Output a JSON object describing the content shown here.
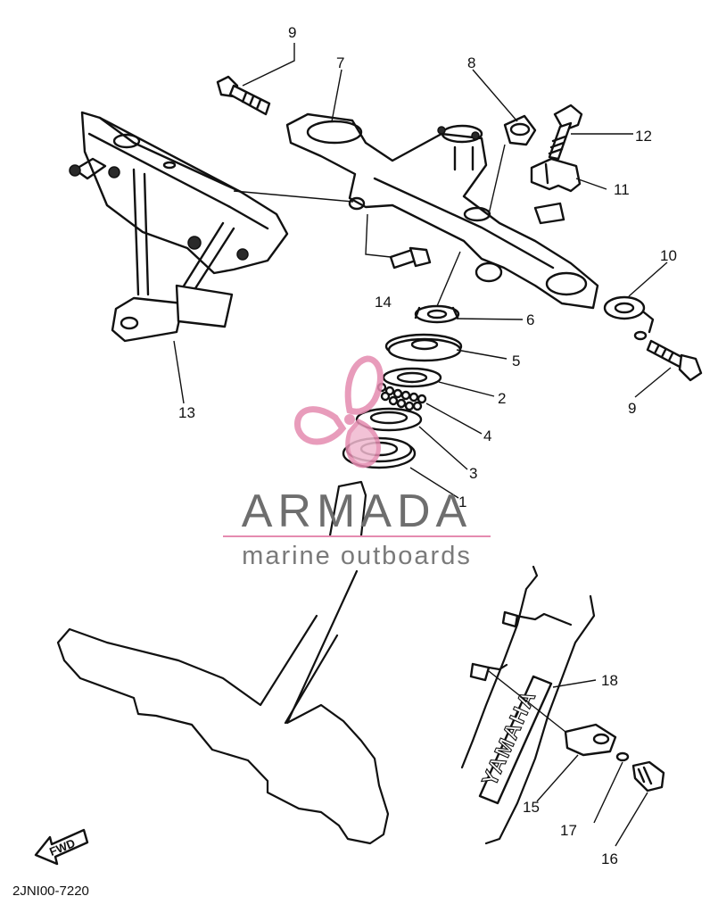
{
  "callouts": [
    "1",
    "2",
    "3",
    "4",
    "5",
    "6",
    "7",
    "8",
    "9",
    "10",
    "11",
    "12",
    "13",
    "14",
    "15",
    "16",
    "17",
    "18"
  ],
  "watermark": {
    "title": "ARMADA",
    "subtitle": "marine outboards",
    "accent_color": "#e58bb0"
  },
  "direction_label": "FWD",
  "brand_text": "YAMAHA",
  "diagram_code": "2JNI00-7220",
  "colors": {
    "ink": "#111111",
    "background": "#ffffff"
  }
}
